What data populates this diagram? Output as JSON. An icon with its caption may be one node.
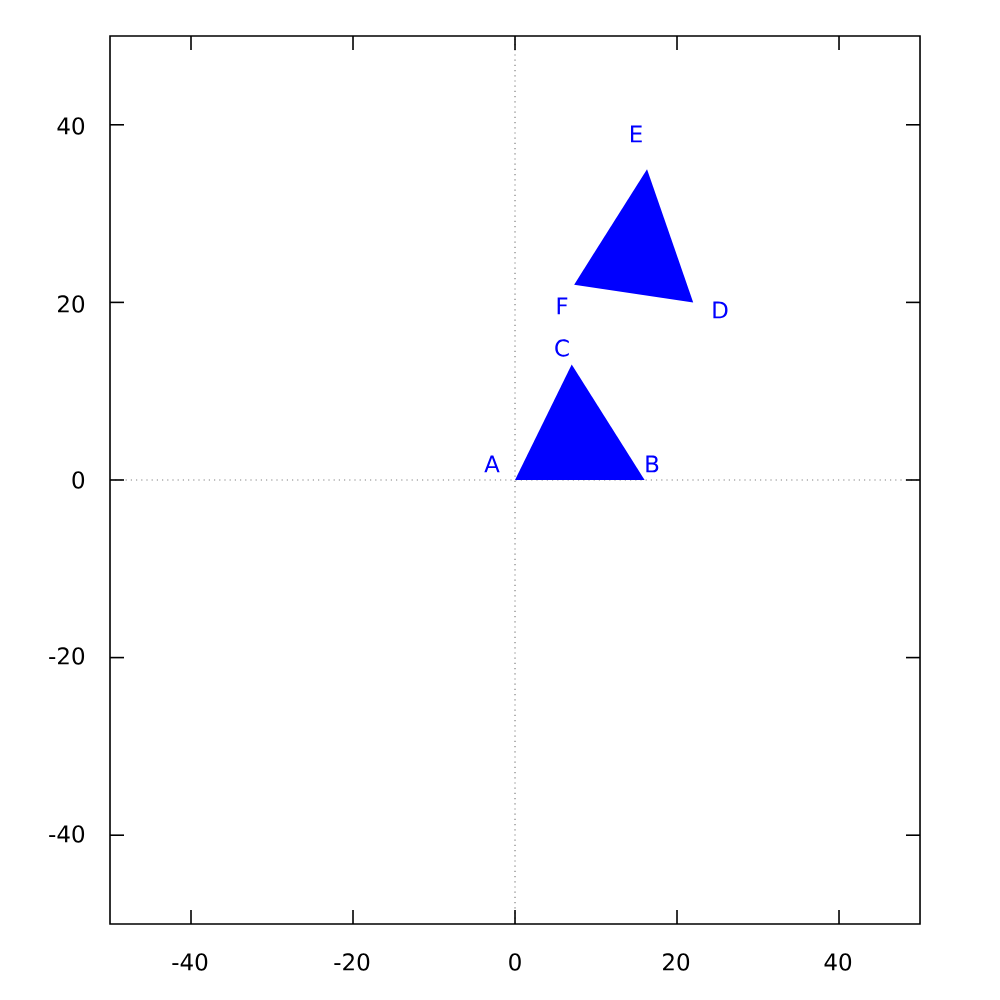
{
  "diagram": {
    "labels": [
      "40",
      "E",
      "20",
      "F",
      "D",
      "C",
      "A",
      "B",
      "0",
      "-20",
      "-40",
      "-40",
      "-20",
      "0",
      "20",
      "40"
    ]
  }
}
